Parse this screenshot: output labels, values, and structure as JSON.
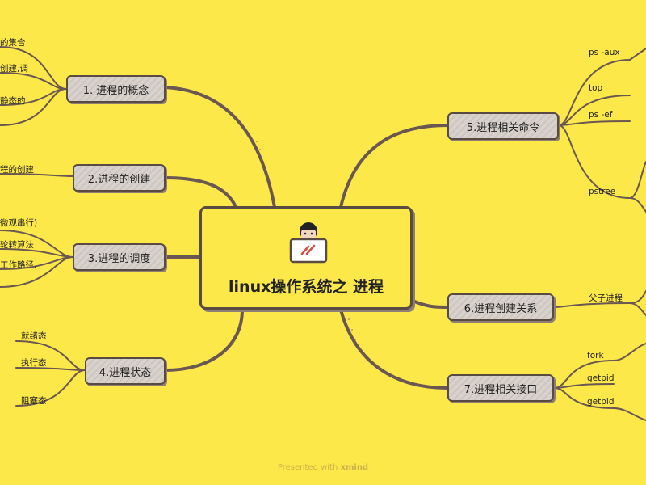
{
  "center": {
    "title": "linux操作系统之 进程",
    "icon": "person-laptop-icon"
  },
  "left_branches": [
    {
      "label": "1. 进程的概念",
      "leaves": [
        "的集合",
        "创建,调",
        "静态的",
        ""
      ]
    },
    {
      "label": "2.进程的创建",
      "leaves": [
        "程的创建"
      ]
    },
    {
      "label": "3.进程的调度",
      "leaves": [
        "微观串行)",
        "轮转算法",
        "工作路径,",
        ""
      ]
    },
    {
      "label": "4.进程状态",
      "leaves": [
        "就绪态",
        "执行态",
        "阻塞态"
      ]
    }
  ],
  "right_branches": [
    {
      "label": "5.进程相关命令",
      "leaves": [
        "ps -aux",
        "top",
        "ps -ef",
        "pstree"
      ]
    },
    {
      "label": "6.进程创建关系",
      "leaves": [
        "父子进程"
      ]
    },
    {
      "label": "7.进程相关接口",
      "leaves": [
        "fork",
        "getpid",
        "getpid"
      ]
    }
  ],
  "footer": {
    "prefix": "Presented with",
    "brand": "xmind"
  },
  "colors": {
    "background": "#FDE84A",
    "line": "#6b5751",
    "node_fill": "#d9d2cc"
  }
}
